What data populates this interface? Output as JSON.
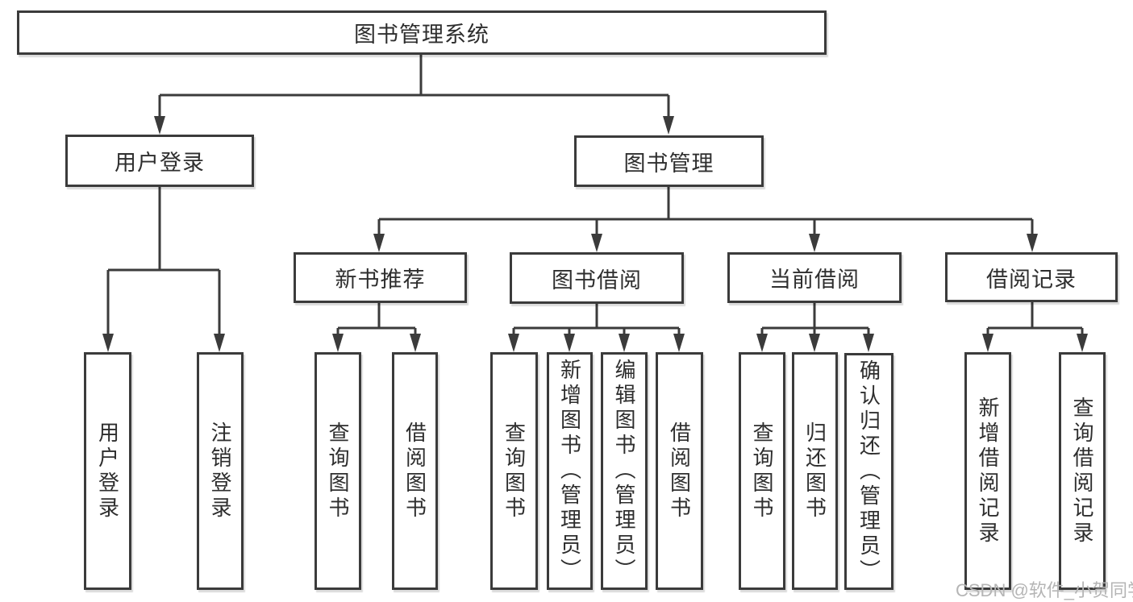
{
  "diagram": {
    "title": "图书管理系统",
    "type": "hierarchy-tree",
    "colors": {
      "line": "#3b3b3b",
      "border": "#3b3b3b",
      "text": "#2e2e2e",
      "box_background": "#ffffff",
      "watermark": "#b5b5b5"
    }
  },
  "nodes": {
    "root": {
      "label": "图书管理系统"
    },
    "user_login": {
      "label": "用户登录"
    },
    "book_management": {
      "label": "图书管理"
    },
    "new_book_recommend": {
      "label": "新书推荐"
    },
    "book_borrowing": {
      "label": "图书借阅"
    },
    "current_borrowing": {
      "label": "当前借阅"
    },
    "borrowing_records": {
      "label": "借阅记录"
    },
    "leaf_user_login": {
      "label": "用户登录"
    },
    "leaf_logout_login": {
      "label": "注销登录"
    },
    "leaf_query_books_a": {
      "label": "查询图书"
    },
    "leaf_borrow_books_a": {
      "label": "借阅图书"
    },
    "leaf_query_books_b": {
      "label": "查询图书"
    },
    "leaf_add_books_admin": {
      "label": "新增图书（管理员）"
    },
    "leaf_edit_books_admin": {
      "label": "编辑图书（管理员）"
    },
    "leaf_borrow_books_b": {
      "label": "借阅图书"
    },
    "leaf_query_books_c": {
      "label": "查询图书"
    },
    "leaf_return_books": {
      "label": "归还图书"
    },
    "leaf_confirm_return_admin": {
      "label": "确认归还（管理员）"
    },
    "leaf_add_borrow_record": {
      "label": "新增借阅记录"
    },
    "leaf_query_borrow_record": {
      "label": "查询借阅记录"
    }
  },
  "watermark": {
    "text": "CSDN @软件_小贺同学"
  }
}
